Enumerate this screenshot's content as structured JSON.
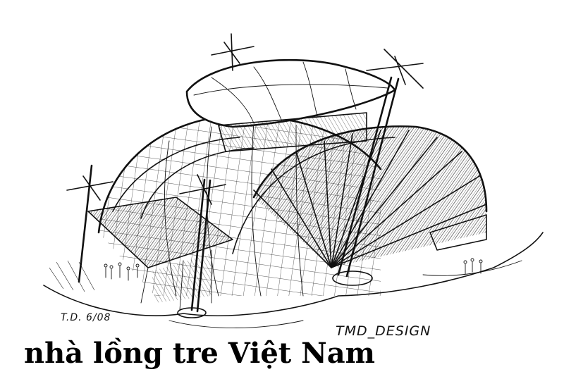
{
  "caption": "nhà lồng tre Việt Nam",
  "signatures": {
    "date": "T.D. 6/08",
    "designer": "TMD_DESIGN"
  },
  "colors": {
    "ink": "#111111",
    "paper": "#ffffff"
  }
}
